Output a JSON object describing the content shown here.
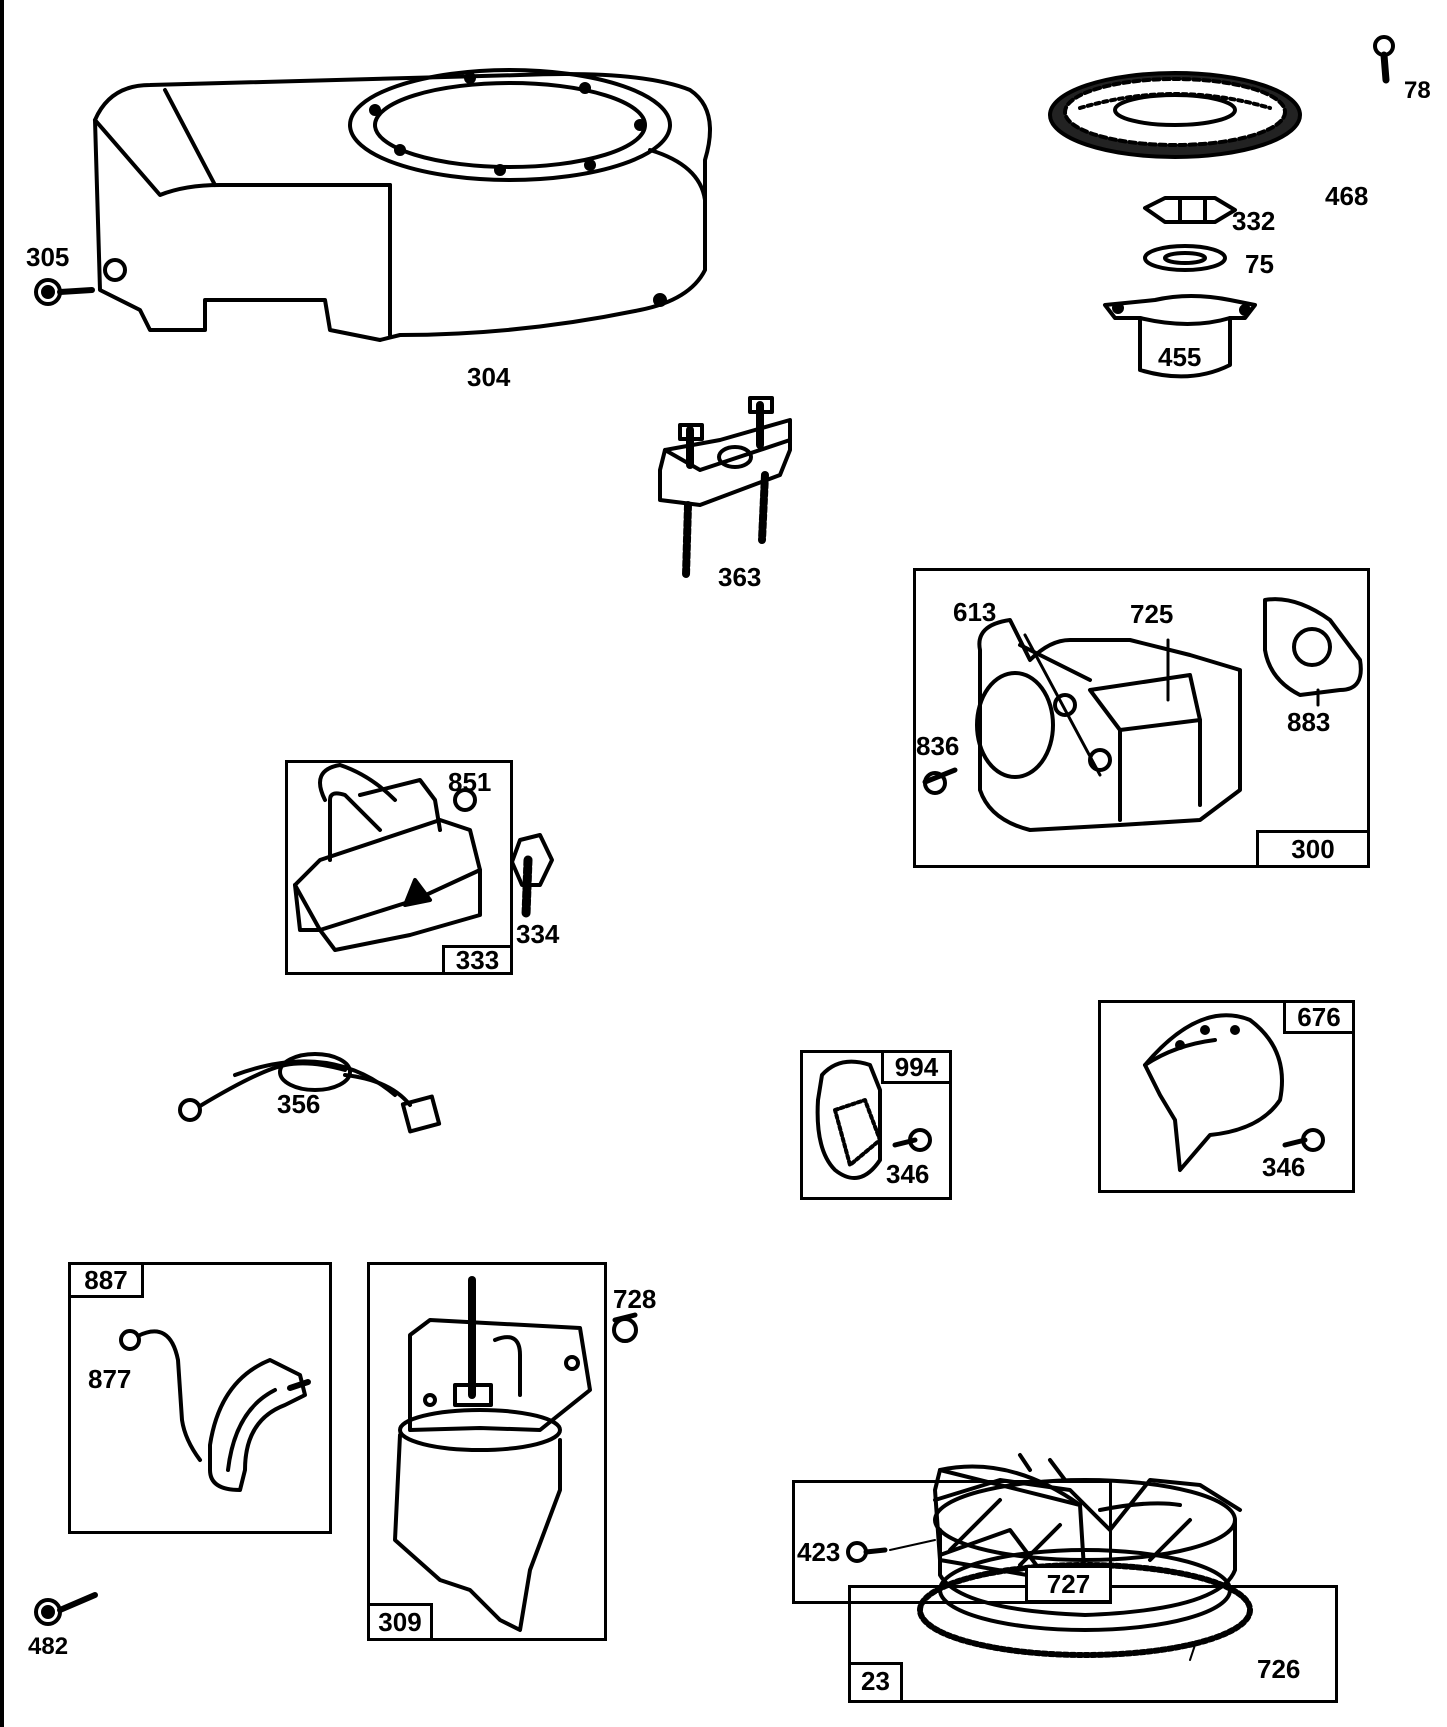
{
  "parts": {
    "p304": "304",
    "p305": "305",
    "p78": "78",
    "p468": "468",
    "p332": "332",
    "p75": "75",
    "p455": "455",
    "p363": "363",
    "p613": "613",
    "p725": "725",
    "p836": "836",
    "p883": "883",
    "p300": "300",
    "p851": "851",
    "p334": "334",
    "p333": "333",
    "p356": "356",
    "p994": "994",
    "p346a": "346",
    "p676": "676",
    "p346b": "346",
    "p887": "887",
    "p877": "877",
    "p728": "728",
    "p309": "309",
    "p482": "482",
    "p423": "423",
    "p727": "727",
    "p23": "23",
    "p726": "726"
  },
  "colors": {
    "ink": "#000000",
    "paper": "#ffffff"
  }
}
